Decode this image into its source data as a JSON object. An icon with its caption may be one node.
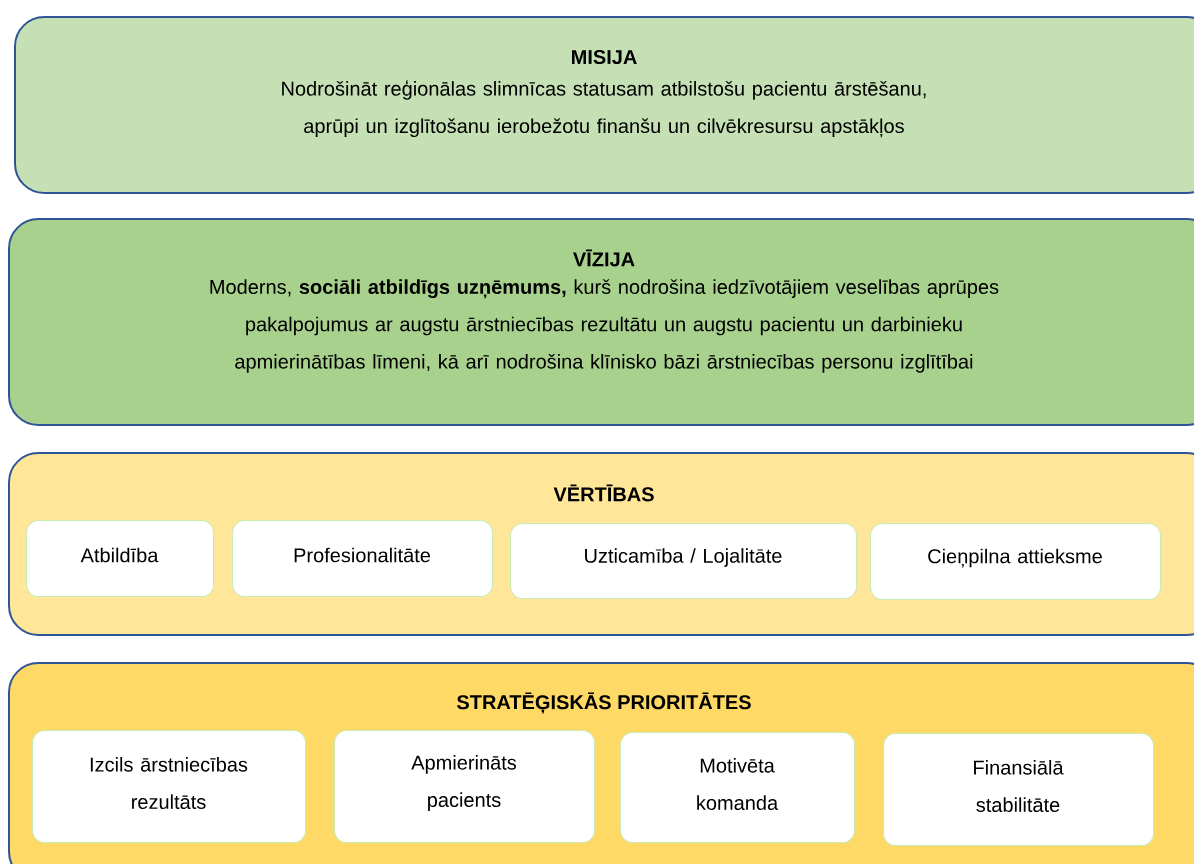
{
  "diagram": {
    "nodes": [
      {
        "text": [
          "MISIJA",
          "Nodrošināt reģionālas slimnīcas statusam atbilstošu pacientu ārstēšanu, aprūpi un izglītošanu ierobežotu finanšu un cilvēkresursu apstākļos"
        ]
      },
      {
        "text": [
          "VĪZIJA",
          "Moderns, **sociāli atbildīgs uzņēmums,** kurš nodrošina iedzīvotājiem veselības aprūpes pakalpojumus ar augstu ārstniecības rezultātu un augstu pacientu un darbinieku apmierinātības līmeni, kā arī nodrošina klīnisko bāzi ārstniecības personu izglītībai"
        ]
      },
      {
        "text": [
          "VĒRTĪBAS"
        ]
      },
      {
        "text": [
          "Atbildība"
        ],
        "in": 2
      },
      {
        "text": [
          "Profesionalitāte"
        ],
        "in": 2
      },
      {
        "text": [
          "Uzticamība / Lojalitāte"
        ],
        "in": 2
      },
      {
        "text": [
          "Cieņpilna attieksme"
        ],
        "in": 2
      },
      {
        "text": [
          "STRATĒĢISKĀS PRIORITĀTES"
        ]
      },
      {
        "text": [
          "Izcils ārstniecības rezultāts"
        ],
        "in": 7
      },
      {
        "text": [
          "Apmierināts pacients"
        ],
        "in": 7
      },
      {
        "text": [
          "Motivēta komanda"
        ],
        "in": 7
      },
      {
        "text": [
          "Finansiālā stabilitāte"
        ],
        "in": 7
      }
    ]
  }
}
